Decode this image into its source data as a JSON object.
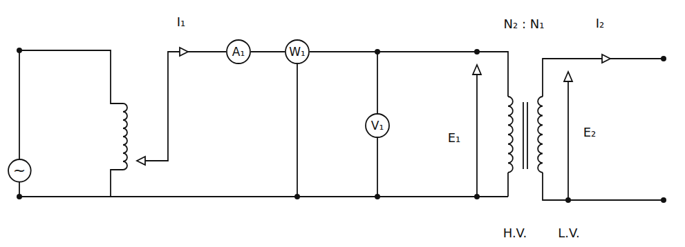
{
  "diagram": {
    "nodes": [
      {
        "text": [
          "~"
        ]
      },
      {
        "text": [
          "A₁"
        ]
      },
      {
        "text": [
          "W₁"
        ]
      },
      {
        "text": [
          "V₁"
        ]
      }
    ],
    "edges": [
      {
        "from": 1,
        "to": 2,
        "arrow": "none"
      }
    ],
    "labels": [
      "I₁",
      "N₂ : N₁",
      "I₂",
      "E₁",
      "E₂",
      "H.V.",
      "L.V."
    ]
  }
}
